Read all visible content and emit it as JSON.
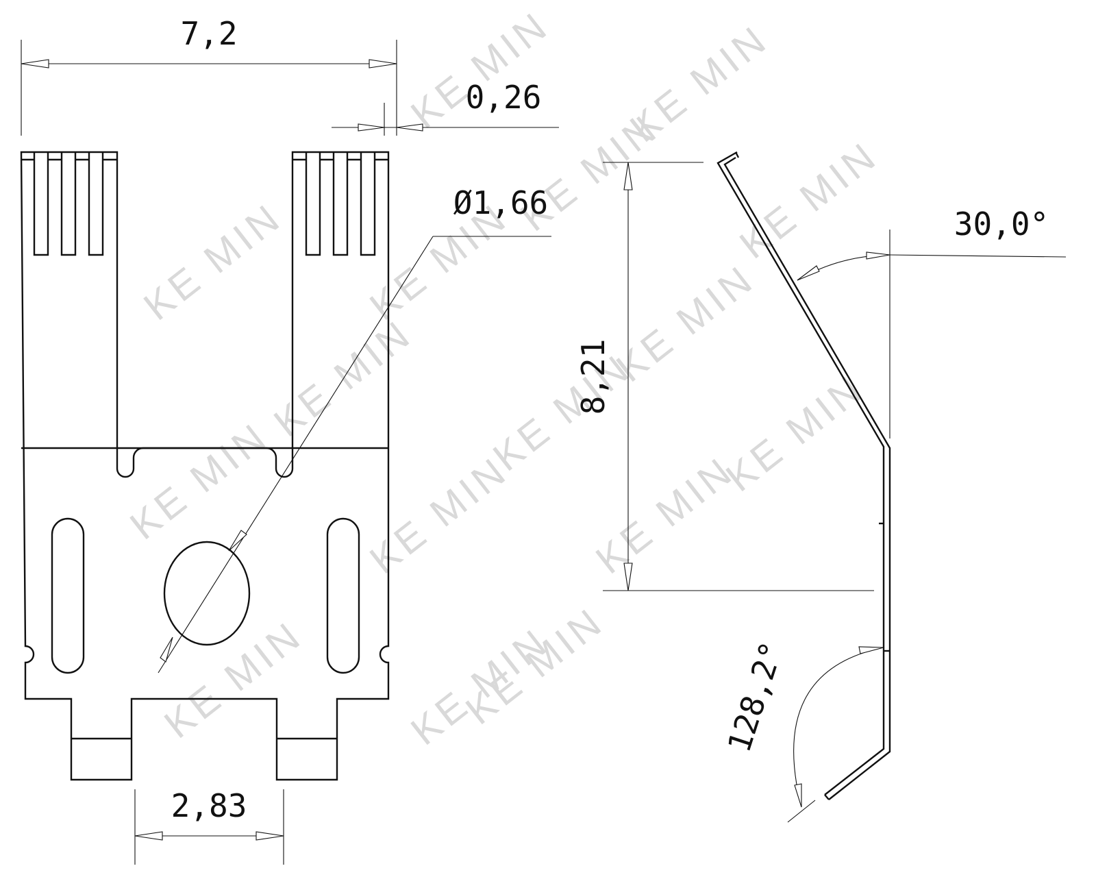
{
  "watermark": "KE MIN",
  "dimensions": {
    "overall_width": "7,2",
    "thickness": "0,26",
    "hole_diameter": "Ø1,66",
    "tab_gap": "2,83",
    "height": "8,21",
    "bend_angle_top": "30,0°",
    "bend_angle_bottom": "128,2°"
  },
  "colors": {
    "line": "#111111",
    "background": "#ffffff",
    "watermark": "#d9d9d9"
  }
}
